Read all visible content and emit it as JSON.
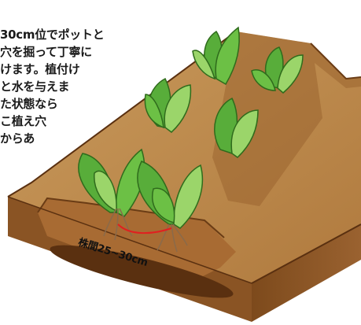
{
  "instruction_text": {
    "lines": [
      "30cm位でポットと",
      "穴を掘って丁寧に",
      "けます。植付け",
      "と水を与えま",
      "た状態なら",
      "こ植え穴",
      "からあ"
    ]
  },
  "spacing_label": "株間25~30cm",
  "colors": {
    "soil_top": "#c08a4c",
    "soil_side": "#8a5424",
    "soil_dark": "#6a3c15",
    "leaf": "#58ad3a",
    "leaf_light": "#9bd56a",
    "spacing_arc": "#e02020",
    "root": "#8a6a4a"
  },
  "icons": [
    "lettuce-seedling-icon",
    "soil-bed-icon"
  ]
}
